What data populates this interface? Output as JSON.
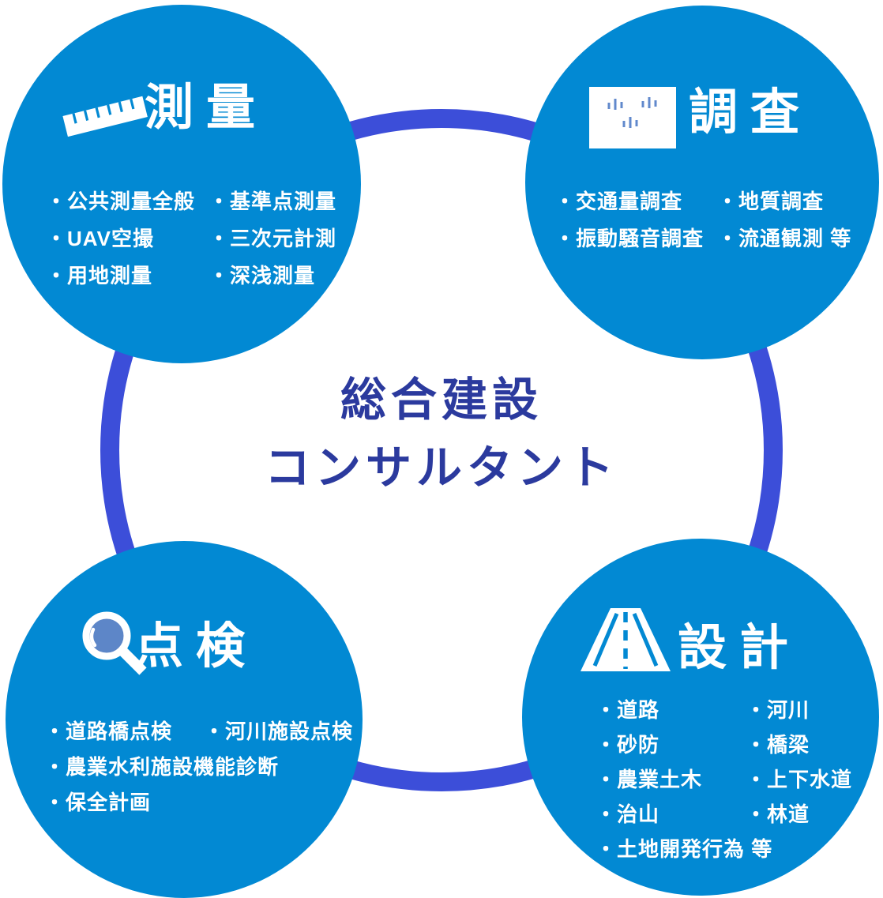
{
  "title": {
    "line1": "総合建設",
    "line2": "コンサルタント"
  },
  "colors": {
    "circle_fill": "#0289d3",
    "ring": "#3c4ed9",
    "center_text": "#2b3a9e",
    "text_on_circle": "#ffffff",
    "lens_fill": "#5d86c8",
    "map_mark": "#6189cc"
  },
  "circles": [
    {
      "id": "survey",
      "heading": "測量",
      "icon": "ruler-icon",
      "col1": [
        "・公共測量全般",
        "・UAV空撮",
        "・用地測量"
      ],
      "col2": [
        "・基準点測量",
        "・三次元計測",
        "・深浅測量"
      ]
    },
    {
      "id": "research",
      "heading": "調査",
      "icon": "survey-map-icon",
      "col1": [
        "・交通量調査",
        "・振動騒音調査"
      ],
      "col2": [
        "・地質調査",
        "・流通観測 等"
      ]
    },
    {
      "id": "inspection",
      "heading": "点検",
      "icon": "magnifier-icon",
      "col1": [
        "・道路橋点検",
        "・農業水利施設機能診断",
        "・保全計画"
      ],
      "col2": [
        "・河川施設点検"
      ]
    },
    {
      "id": "design",
      "heading": "設計",
      "icon": "road-icon",
      "col1": [
        "・道路",
        "・砂防",
        "・農業土木",
        "・治山",
        "・土地開発行為 等"
      ],
      "col2": [
        "・河川",
        "・橋梁",
        "・上下水道",
        "・林道"
      ]
    }
  ]
}
